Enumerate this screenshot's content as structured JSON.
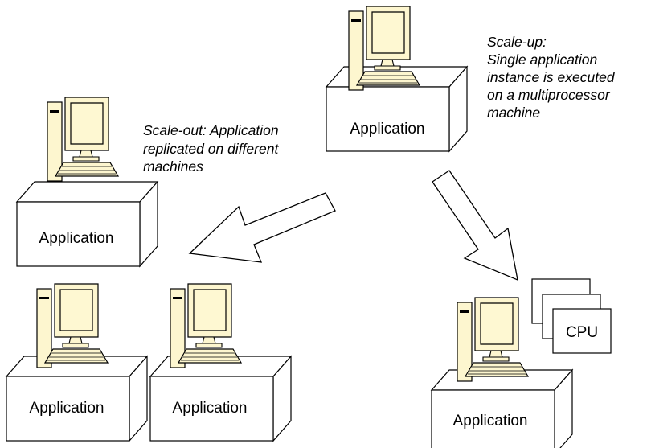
{
  "labels": {
    "app_top": "Application",
    "app_left": "Application",
    "app_bottom_left": "Application",
    "app_bottom_middle": "Application",
    "app_bottom_right": "Application",
    "cpu": "CPU"
  },
  "captions": {
    "scale_up": [
      "Scale-up:",
      "Single application",
      "instance is executed",
      "on a multiprocessor",
      "machine"
    ],
    "scale_out": [
      "Scale-out: Application",
      "replicated on different",
      "machines"
    ]
  },
  "colors": {
    "monitor_fill": "#fdf6cf",
    "screen_fill": "#fef8d2",
    "tower_fill": "#fdf6cf",
    "box_fill": "#ffffff",
    "line": "#000000"
  }
}
